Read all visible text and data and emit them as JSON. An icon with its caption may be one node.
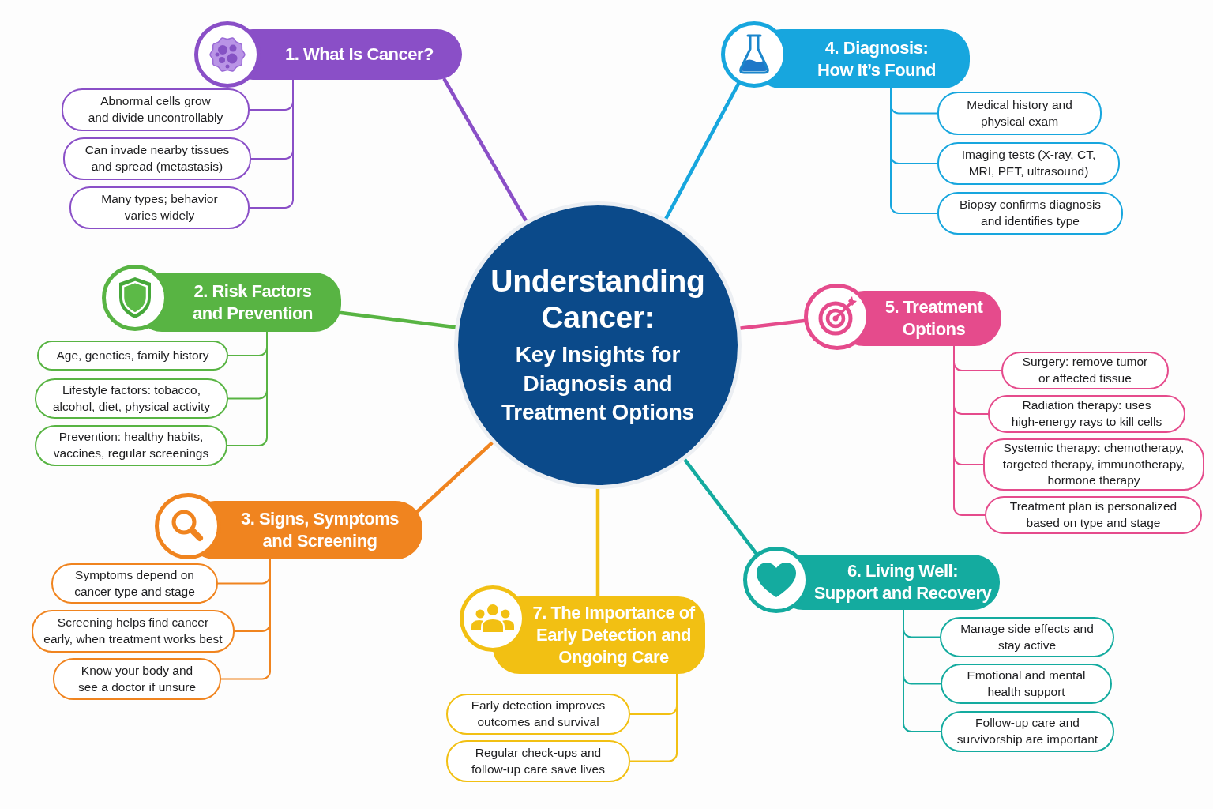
{
  "diagram": {
    "nodes": [
      {
        "text": [
          "Understanding Cancer:",
          "Key Insights for Diagnosis and Treatment Options"
        ]
      },
      {
        "text": [
          "1. What Is Cancer?"
        ]
      },
      {
        "text": [
          "Abnormal cells grow and divide uncontrollably"
        ]
      },
      {
        "text": [
          "Can invade nearby tissues and spread (metastasis)"
        ]
      },
      {
        "text": [
          "Many types; behavior varies widely"
        ]
      },
      {
        "text": [
          "2. Risk Factors and Prevention"
        ]
      },
      {
        "text": [
          "Age, genetics, family history"
        ]
      },
      {
        "text": [
          "Lifestyle factors: tobacco, alcohol, diet, physical activity"
        ]
      },
      {
        "text": [
          "Prevention: healthy habits, vaccines, regular screenings"
        ]
      },
      {
        "text": [
          "3. Signs, Symptoms and Screening"
        ]
      },
      {
        "text": [
          "Symptoms depend on cancer type and stage"
        ]
      },
      {
        "text": [
          "Screening helps find cancer early, when treatment works best"
        ]
      },
      {
        "text": [
          "Know your body and see a doctor if unsure"
        ]
      },
      {
        "text": [
          "4. Diagnosis: How It’s Found"
        ]
      },
      {
        "text": [
          "Medical history and physical exam"
        ]
      },
      {
        "text": [
          "Imaging tests (X-ray, CT, MRI, PET, ultrasound)"
        ]
      },
      {
        "text": [
          "Biopsy confirms diagnosis and identifies type"
        ]
      },
      {
        "text": [
          "5. Treatment Options"
        ]
      },
      {
        "text": [
          "Surgery: remove tumor or affected tissue"
        ]
      },
      {
        "text": [
          "Radiation therapy: uses high-energy rays to kill cells"
        ]
      },
      {
        "text": [
          "Systemic therapy: chemotherapy, targeted therapy, immunotherapy, hormone therapy"
        ]
      },
      {
        "text": [
          "Treatment plan is personalized based on type and stage"
        ]
      },
      {
        "text": [
          "6. Living Well: Support and Recovery"
        ]
      },
      {
        "text": [
          "Manage side effects and stay active"
        ]
      },
      {
        "text": [
          "Emotional and mental health support"
        ]
      },
      {
        "text": [
          "Follow-up care and survivorship are important"
        ]
      },
      {
        "text": [
          "7. The Importance of Early Detection and Ongoing Care"
        ]
      },
      {
        "text": [
          "Early detection improves outcomes and survival"
        ]
      },
      {
        "text": [
          "Regular check-ups and follow-up care save lives"
        ]
      }
    ],
    "edges": [
      {
        "from": 0,
        "to": 1,
        "arrow": "none",
        "style": "thick",
        "color": "#8a4fc7"
      },
      {
        "from": 1,
        "to": 2,
        "arrow": "none",
        "color": "#8a4fc7"
      },
      {
        "from": 1,
        "to": 3,
        "arrow": "none",
        "color": "#8a4fc7"
      },
      {
        "from": 1,
        "to": 4,
        "arrow": "none",
        "color": "#8a4fc7"
      },
      {
        "from": 0,
        "to": 5,
        "arrow": "none",
        "style": "thick",
        "color": "#58b443"
      },
      {
        "from": 5,
        "to": 6,
        "arrow": "none",
        "color": "#58b443"
      },
      {
        "from": 5,
        "to": 7,
        "arrow": "none",
        "color": "#58b443"
      },
      {
        "from": 5,
        "to": 8,
        "arrow": "none",
        "color": "#58b443"
      },
      {
        "from": 0,
        "to": 9,
        "arrow": "none",
        "style": "thick",
        "color": "#f0841f"
      },
      {
        "from": 9,
        "to": 10,
        "arrow": "none",
        "color": "#f0841f"
      },
      {
        "from": 9,
        "to": 11,
        "arrow": "none",
        "color": "#f0841f"
      },
      {
        "from": 9,
        "to": 12,
        "arrow": "none",
        "color": "#f0841f"
      },
      {
        "from": 0,
        "to": 13,
        "arrow": "none",
        "style": "thick",
        "color": "#17a6de"
      },
      {
        "from": 13,
        "to": 14,
        "arrow": "none",
        "color": "#17a6de"
      },
      {
        "from": 13,
        "to": 15,
        "arrow": "none",
        "color": "#17a6de"
      },
      {
        "from": 13,
        "to": 16,
        "arrow": "none",
        "color": "#17a6de"
      },
      {
        "from": 0,
        "to": 17,
        "arrow": "none",
        "style": "thick",
        "color": "#e54b8c"
      },
      {
        "from": 17,
        "to": 18,
        "arrow": "none",
        "color": "#e54b8c"
      },
      {
        "from": 17,
        "to": 19,
        "arrow": "none",
        "color": "#e54b8c"
      },
      {
        "from": 17,
        "to": 20,
        "arrow": "none",
        "color": "#e54b8c"
      },
      {
        "from": 17,
        "to": 21,
        "arrow": "none",
        "color": "#e54b8c"
      },
      {
        "from": 0,
        "to": 22,
        "arrow": "none",
        "style": "thick",
        "color": "#14ab9f"
      },
      {
        "from": 22,
        "to": 23,
        "arrow": "none",
        "color": "#14ab9f"
      },
      {
        "from": 22,
        "to": 24,
        "arrow": "none",
        "color": "#14ab9f"
      },
      {
        "from": 22,
        "to": 25,
        "arrow": "none",
        "color": "#14ab9f"
      },
      {
        "from": 0,
        "to": 26,
        "arrow": "none",
        "style": "thick",
        "color": "#f2c013"
      },
      {
        "from": 26,
        "to": 27,
        "arrow": "none",
        "color": "#f2c013"
      },
      {
        "from": 26,
        "to": 28,
        "arrow": "none",
        "color": "#f2c013"
      }
    ]
  }
}
